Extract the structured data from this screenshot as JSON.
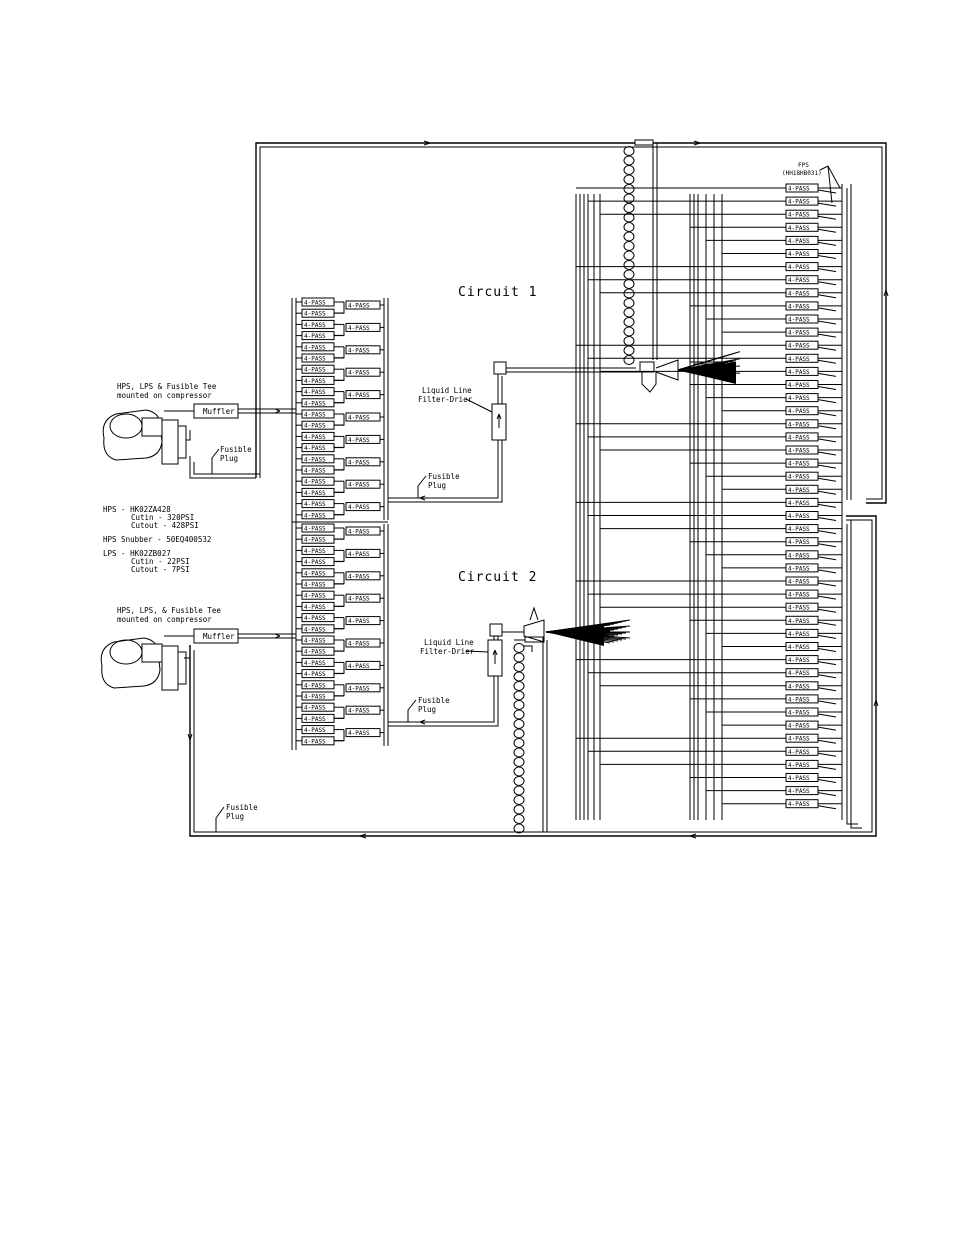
{
  "labels": {
    "circuit1": "Circuit 1",
    "circuit2": "Circuit 2",
    "comp1_note_line1": "HPS, LPS & Fusible Tee",
    "comp1_note_line2": "mounted on compressor",
    "comp2_note_line1": "HPS, LPS, & Fusible Tee",
    "comp2_note_line2": "mounted on compressor",
    "muffler": "Muffler",
    "fusible_plug_line1": "Fusible",
    "fusible_plug_line2": "Plug",
    "filter_drier_line1": "Liquid Line",
    "filter_drier_line2": "Filter-Drier",
    "fps_line1": "FPS",
    "fps_line2": "(HH18HB031)",
    "pass_label": "4-PASS"
  },
  "specs": [
    "HPS - HK02ZA428",
    "Cutin - 320PSI",
    "Cutout - 428PSI",
    "HPS Snubber - 50EQ400532",
    "LPS - HK02ZB027",
    "Cutin - 22PSI",
    "Cutout - 7PSI"
  ],
  "counts": {
    "condenser_rows_per_circuit": 20,
    "evaporator_rows": 48
  }
}
